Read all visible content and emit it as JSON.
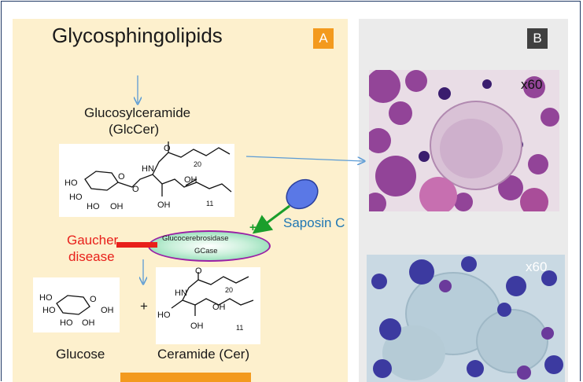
{
  "panel_a": {
    "badge": "A",
    "title": "Glycosphingolipids",
    "glccer_line1": "Glucosylceramide",
    "glccer_line2": "(GlcCer)",
    "enzyme_line1": "Glucocerebrosidase",
    "enzyme_line2": "GCase",
    "activator": "Saposin C",
    "activator_sign": "+",
    "disease_line1": "Gaucher",
    "disease_line2": "disease",
    "plus": "+",
    "product1": "Glucose",
    "product2": "Ceramide (Cer)",
    "glccer_structure": {
      "labels": [
        "HO",
        "HO",
        "HO",
        "OH",
        "O",
        "O",
        "HN",
        "O",
        "OH",
        "20",
        "OH",
        "11"
      ]
    },
    "glucose_structure": {
      "labels": [
        "HO",
        "HO",
        "HO",
        "OH",
        "O",
        "OH"
      ]
    },
    "ceramide_structure": {
      "labels": [
        "O",
        "HN",
        "OH",
        "20",
        "HO",
        "OH",
        "11"
      ]
    }
  },
  "panel_b": {
    "badge": "B",
    "image1_magnification": "x60",
    "image2_magnification": "x60"
  },
  "colors": {
    "panel_a_bg": "#fdf0cd",
    "panel_b_bg": "#ebebeb",
    "badge_a": "#f39a1e",
    "badge_b": "#404040",
    "disease_red": "#e8201b",
    "saposin_blue": "#1f77b4",
    "activation_green": "#1a9e2b",
    "enzyme_border": "#9b1fa5",
    "arrow_blue": "#5b9bd5",
    "frame": "#1f3864"
  }
}
